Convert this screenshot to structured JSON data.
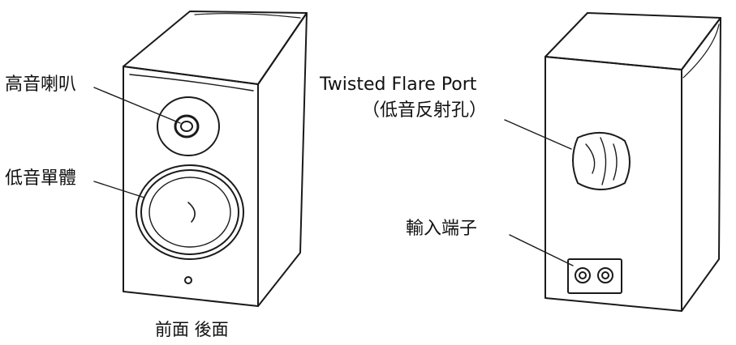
{
  "labels": {
    "tweeter": "高音喇叭",
    "woofer": "低音單體",
    "port_en": "Twisted Flare Port",
    "port_zh": "（低音反射孔）",
    "input": "輸入端子",
    "caption": "前面 後面"
  },
  "colors": {
    "line": "#1a1a1a",
    "background": "#ffffff"
  },
  "icons": {
    "front": "speaker-front",
    "back": "speaker-back",
    "port": "twisted-flare-port",
    "terminals": "input-terminals"
  }
}
